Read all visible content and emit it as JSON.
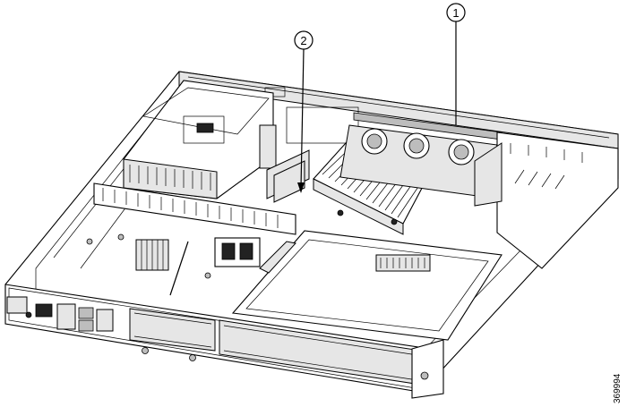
{
  "callouts": [
    {
      "number": "1",
      "target": "fan-tray-rail"
    },
    {
      "number": "2",
      "target": "heatsink-cpu"
    }
  ],
  "figure_id": "369994"
}
